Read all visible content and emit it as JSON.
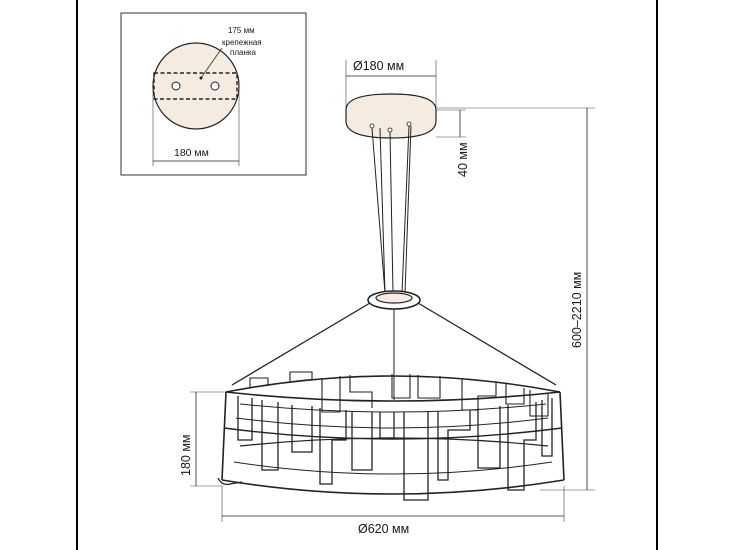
{
  "inset": {
    "mounting_plate_length": "175 мм",
    "mounting_plate_label_line1": "крепежная",
    "mounting_plate_label_line2": "планка",
    "canopy_width": "180 мм"
  },
  "dimensions": {
    "canopy_diameter": "Ø180 мм",
    "canopy_height": "40 мм",
    "suspension_length": "600–2210 мм",
    "shade_height": "180 мм",
    "shade_diameter": "Ø620 мм"
  },
  "colors": {
    "line": "#1a1a1a",
    "canopy_fill": "#f5ebe0",
    "frame_border": "#000000"
  }
}
